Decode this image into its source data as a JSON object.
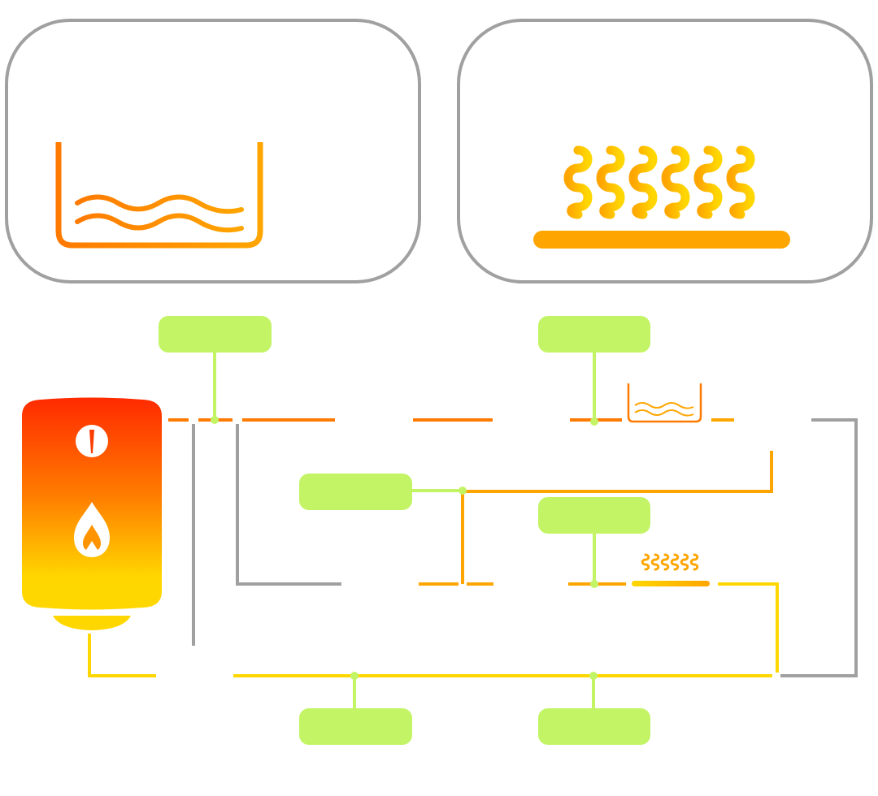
{
  "diagram": {
    "title": "",
    "colors": {
      "background": "#ffffff",
      "panel_border": "#a0a0a0",
      "hot_pipe": "#ff7a00",
      "warm_pipe": "#ffa500",
      "return_pipe": "#ffd700",
      "cold_pipe": "#a0a0a0",
      "sensor_tag": "#c3f465",
      "boiler_top": "#ff2a00",
      "boiler_bottom": "#ffd700"
    },
    "panels": [
      {
        "name": "hot-water-tank-panel",
        "icon": "water-tank-icon"
      },
      {
        "name": "floor-heating-panel",
        "icon": "floor-heating-icon"
      }
    ],
    "boiler": {
      "icons": [
        "gauge-icon",
        "flame-icon"
      ]
    },
    "sensor_tags": [
      {
        "name": "sensor-tag-1",
        "text": ""
      },
      {
        "name": "sensor-tag-2",
        "text": ""
      },
      {
        "name": "sensor-tag-3",
        "text": ""
      },
      {
        "name": "sensor-tag-4",
        "text": ""
      },
      {
        "name": "sensor-tag-5",
        "text": ""
      },
      {
        "name": "sensor-tag-6",
        "text": ""
      }
    ]
  }
}
